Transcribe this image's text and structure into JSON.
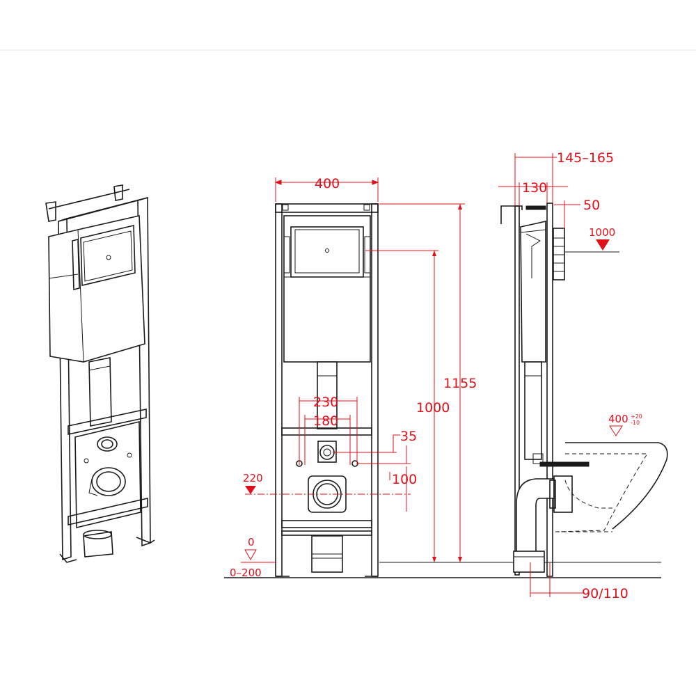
{
  "dimensions": {
    "front_width": "400",
    "total_height": "1155",
    "actuator_height": "1000",
    "studs_outer": "230",
    "studs_inner": "180",
    "stud_offset": "35",
    "stud_vertical": "100",
    "drain_height": "220",
    "floor_zero": "0",
    "floor_adjust": "0–200",
    "depth_range": "145–165",
    "depth_frame": "130",
    "button_depth": "50",
    "button_height": "1000",
    "bowl_height": "400",
    "bowl_tol_plus": "+20",
    "bowl_tol_minus": "-10",
    "outlet_diameter": "90/110"
  },
  "colors": {
    "dimension": "#e0101a",
    "outline": "#1a1a1a",
    "background": "#ffffff"
  }
}
